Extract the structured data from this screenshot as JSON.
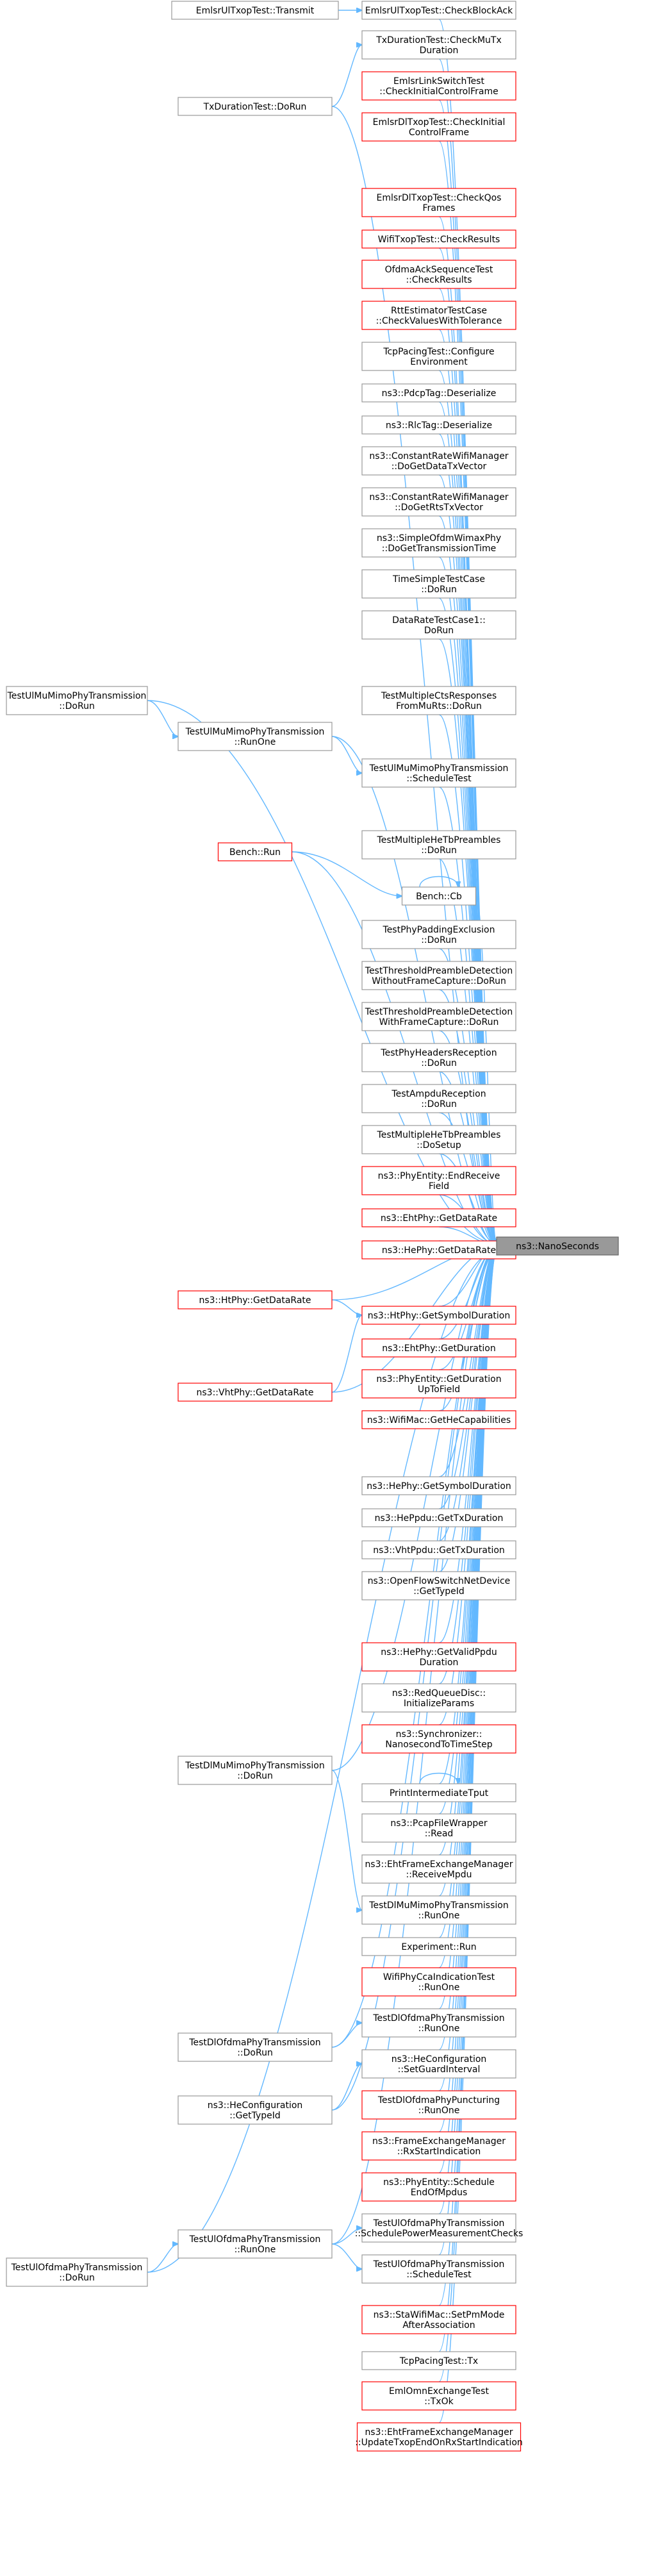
{
  "target": {
    "id": "target",
    "label": [
      "ns3::NanoSeconds"
    ]
  },
  "colors": {
    "edge": "#63b8ff",
    "border_normal": "#999999",
    "border_red": "#ff0000",
    "target_fill": "#999999"
  },
  "nodes": [
    {
      "id": "n0",
      "label": [
        "EmlsrUlTxopTest::Transmit"
      ],
      "red": false
    },
    {
      "id": "n1",
      "label": [
        "EmlsrUlTxopTest::CheckBlockAck"
      ],
      "red": false
    },
    {
      "id": "n2",
      "label": [
        "TxDurationTest::CheckMuTx",
        "Duration"
      ],
      "red": false
    },
    {
      "id": "n3",
      "label": [
        "TxDurationTest::DoRun"
      ],
      "red": false
    },
    {
      "id": "n4",
      "label": [
        "EmlsrLinkSwitchTest",
        "::CheckInitialControlFrame"
      ],
      "red": true
    },
    {
      "id": "n5",
      "label": [
        "EmlsrDlTxopTest::CheckInitial",
        "ControlFrame"
      ],
      "red": true
    },
    {
      "id": "n6",
      "label": [
        "EmlsrDlTxopTest::CheckQos",
        "Frames"
      ],
      "red": true
    },
    {
      "id": "n7",
      "label": [
        "WifiTxopTest::CheckResults"
      ],
      "red": true
    },
    {
      "id": "n8",
      "label": [
        "OfdmaAckSequenceTest",
        "::CheckResults"
      ],
      "red": true
    },
    {
      "id": "n9",
      "label": [
        "RttEstimatorTestCase",
        "::CheckValuesWithTolerance"
      ],
      "red": true
    },
    {
      "id": "n10",
      "label": [
        "TcpPacingTest::Configure",
        "Environment"
      ],
      "red": false
    },
    {
      "id": "n11",
      "label": [
        "ns3::PdcpTag::Deserialize"
      ],
      "red": false
    },
    {
      "id": "n12",
      "label": [
        "ns3::RlcTag::Deserialize"
      ],
      "red": false
    },
    {
      "id": "n13",
      "label": [
        "ns3::ConstantRateWifiManager",
        "::DoGetDataTxVector"
      ],
      "red": false
    },
    {
      "id": "n14",
      "label": [
        "ns3::ConstantRateWifiManager",
        "::DoGetRtsTxVector"
      ],
      "red": false
    },
    {
      "id": "n15",
      "label": [
        "ns3::SimpleOfdmWimaxPhy",
        "::DoGetTransmissionTime"
      ],
      "red": false
    },
    {
      "id": "n16",
      "label": [
        "TimeSimpleTestCase",
        "::DoRun"
      ],
      "red": false
    },
    {
      "id": "n17",
      "label": [
        "DataRateTestCase1::",
        "DoRun"
      ],
      "red": false
    },
    {
      "id": "n18",
      "label": [
        "TestUlMuMimoPhyTransmission",
        "::DoRun"
      ],
      "red": false
    },
    {
      "id": "n19",
      "label": [
        "TestMultipleCtsResponses",
        "FromMuRts::DoRun"
      ],
      "red": false
    },
    {
      "id": "n20",
      "label": [
        "TestUlMuMimoPhyTransmission",
        "::RunOne"
      ],
      "red": false
    },
    {
      "id": "n21",
      "label": [
        "TestUlMuMimoPhyTransmission",
        "::ScheduleTest"
      ],
      "red": false
    },
    {
      "id": "n22",
      "label": [
        "Bench::Run"
      ],
      "red": true
    },
    {
      "id": "n23",
      "label": [
        "TestMultipleHeTbPreambles",
        "::DoRun"
      ],
      "red": false
    },
    {
      "id": "n24",
      "label": [
        "Bench::Cb"
      ],
      "red": false
    },
    {
      "id": "n25",
      "label": [
        "TestPhyPaddingExclusion",
        "::DoRun"
      ],
      "red": false
    },
    {
      "id": "n26",
      "label": [
        "TestThresholdPreambleDetection",
        "WithoutFrameCapture::DoRun"
      ],
      "red": false
    },
    {
      "id": "n27",
      "label": [
        "TestThresholdPreambleDetection",
        "WithFrameCapture::DoRun"
      ],
      "red": false
    },
    {
      "id": "n28",
      "label": [
        "TestPhyHeadersReception",
        "::DoRun"
      ],
      "red": false
    },
    {
      "id": "n29",
      "label": [
        "TestAmpduReception",
        "::DoRun"
      ],
      "red": false
    },
    {
      "id": "n30",
      "label": [
        "TestMultipleHeTbPreambles",
        "::DoSetup"
      ],
      "red": false
    },
    {
      "id": "n31",
      "label": [
        "ns3::PhyEntity::EndReceive",
        "Field"
      ],
      "red": true
    },
    {
      "id": "n32",
      "label": [
        "ns3::EhtPhy::GetDataRate"
      ],
      "red": true
    },
    {
      "id": "n33",
      "label": [
        "ns3::HePhy::GetDataRate"
      ],
      "red": true
    },
    {
      "id": "n34",
      "label": [
        "ns3::HtPhy::GetDataRate"
      ],
      "red": true
    },
    {
      "id": "n35",
      "label": [
        "ns3::HtPhy::GetSymbolDuration"
      ],
      "red": true
    },
    {
      "id": "n36",
      "label": [
        "ns3::EhtPhy::GetDuration"
      ],
      "red": true
    },
    {
      "id": "n37",
      "label": [
        "ns3::VhtPhy::GetDataRate"
      ],
      "red": true
    },
    {
      "id": "n38",
      "label": [
        "ns3::PhyEntity::GetDuration",
        "UpToField"
      ],
      "red": true
    },
    {
      "id": "n39",
      "label": [
        "ns3::WifiMac::GetHeCapabilities"
      ],
      "red": true
    },
    {
      "id": "n40",
      "label": [
        "ns3::HePhy::GetSymbolDuration"
      ],
      "red": false
    },
    {
      "id": "n41",
      "label": [
        "ns3::HePpdu::GetTxDuration"
      ],
      "red": false
    },
    {
      "id": "n42",
      "label": [
        "ns3::VhtPpdu::GetTxDuration"
      ],
      "red": false
    },
    {
      "id": "n43",
      "label": [
        "ns3::OpenFlowSwitchNetDevice",
        "::GetTypeId"
      ],
      "red": false
    },
    {
      "id": "n44",
      "label": [
        "ns3::HePhy::GetValidPpdu",
        "Duration"
      ],
      "red": true
    },
    {
      "id": "n45",
      "label": [
        "ns3::RedQueueDisc::",
        "InitializeParams"
      ],
      "red": false
    },
    {
      "id": "n46",
      "label": [
        "TestDlMuMimoPhyTransmission",
        "::DoRun"
      ],
      "red": false
    },
    {
      "id": "n47",
      "label": [
        "ns3::Synchronizer::",
        "NanosecondToTimeStep"
      ],
      "red": true
    },
    {
      "id": "n48",
      "label": [
        "PrintIntermediateTput"
      ],
      "red": false
    },
    {
      "id": "n49",
      "label": [
        "ns3::PcapFileWrapper",
        "::Read"
      ],
      "red": false
    },
    {
      "id": "n50",
      "label": [
        "ns3::EhtFrameExchangeManager",
        "::ReceiveMpdu"
      ],
      "red": false
    },
    {
      "id": "n51",
      "label": [
        "TestDlMuMimoPhyTransmission",
        "::RunOne"
      ],
      "red": false
    },
    {
      "id": "n52",
      "label": [
        "Experiment::Run"
      ],
      "red": false
    },
    {
      "id": "n53",
      "label": [
        "WifiPhyCcaIndicationTest",
        "::RunOne"
      ],
      "red": true
    },
    {
      "id": "n54",
      "label": [
        "TestDlOfdmaPhyTransmission",
        "::DoRun"
      ],
      "red": false
    },
    {
      "id": "n55",
      "label": [
        "TestDlOfdmaPhyTransmission",
        "::RunOne"
      ],
      "red": false
    },
    {
      "id": "n56",
      "label": [
        "ns3::HeConfiguration",
        "::SetGuardInterval"
      ],
      "red": false
    },
    {
      "id": "n57",
      "label": [
        "ns3::HeConfiguration",
        "::GetTypeId"
      ],
      "red": false
    },
    {
      "id": "n58",
      "label": [
        "TestDlOfdmaPhyPuncturing",
        "::RunOne"
      ],
      "red": true
    },
    {
      "id": "n59",
      "label": [
        "ns3::FrameExchangeManager",
        "::RxStartIndication"
      ],
      "red": true
    },
    {
      "id": "n60",
      "label": [
        "ns3::PhyEntity::Schedule",
        "EndOfMpdus"
      ],
      "red": true
    },
    {
      "id": "n61",
      "label": [
        "TestUlOfdmaPhyTransmission",
        "::SchedulePowerMeasurementChecks"
      ],
      "red": false
    },
    {
      "id": "n62",
      "label": [
        "TestUlOfdmaPhyTransmission",
        "::DoRun"
      ],
      "red": false
    },
    {
      "id": "n63",
      "label": [
        "TestUlOfdmaPhyTransmission",
        "::RunOne"
      ],
      "red": false
    },
    {
      "id": "n64",
      "label": [
        "TestUlOfdmaPhyTransmission",
        "::ScheduleTest"
      ],
      "red": false
    },
    {
      "id": "n65",
      "label": [
        "ns3::StaWifiMac::SetPmMode",
        "AfterAssociation"
      ],
      "red": true
    },
    {
      "id": "n66",
      "label": [
        "TcpPacingTest::Tx"
      ],
      "red": false
    },
    {
      "id": "n67",
      "label": [
        "EmlOmnExchangeTest",
        "::TxOk"
      ],
      "red": true
    },
    {
      "id": "n68",
      "label": [
        "ns3::EhtFrameExchangeManager",
        "::UpdateTxopEndOnRxStartIndication"
      ],
      "red": true
    }
  ],
  "edges": [
    [
      "n0",
      "n1"
    ],
    [
      "n3",
      "n2"
    ],
    [
      "n3",
      "target"
    ],
    [
      "n1",
      "target"
    ],
    [
      "n2",
      "target"
    ],
    [
      "n4",
      "target"
    ],
    [
      "n5",
      "target"
    ],
    [
      "n6",
      "target"
    ],
    [
      "n7",
      "target"
    ],
    [
      "n8",
      "target"
    ],
    [
      "n9",
      "target"
    ],
    [
      "n10",
      "target"
    ],
    [
      "n11",
      "target"
    ],
    [
      "n12",
      "target"
    ],
    [
      "n13",
      "target"
    ],
    [
      "n14",
      "target"
    ],
    [
      "n15",
      "target"
    ],
    [
      "n16",
      "target"
    ],
    [
      "n17",
      "target"
    ],
    [
      "n18",
      "n20"
    ],
    [
      "n18",
      "target"
    ],
    [
      "n19",
      "target"
    ],
    [
      "n20",
      "n21"
    ],
    [
      "n20",
      "target"
    ],
    [
      "n21",
      "target"
    ],
    [
      "n22",
      "n24"
    ],
    [
      "n22",
      "target"
    ],
    [
      "n23",
      "target"
    ],
    [
      "n24",
      "n24"
    ],
    [
      "n24",
      "target"
    ],
    [
      "n25",
      "target"
    ],
    [
      "n26",
      "target"
    ],
    [
      "n27",
      "target"
    ],
    [
      "n28",
      "target"
    ],
    [
      "n29",
      "target"
    ],
    [
      "n30",
      "target"
    ],
    [
      "n31",
      "target"
    ],
    [
      "n32",
      "target"
    ],
    [
      "n33",
      "target"
    ],
    [
      "n34",
      "n35"
    ],
    [
      "n34",
      "target"
    ],
    [
      "n35",
      "target"
    ],
    [
      "n36",
      "target"
    ],
    [
      "n37",
      "n35"
    ],
    [
      "n37",
      "target"
    ],
    [
      "n38",
      "target"
    ],
    [
      "n39",
      "target"
    ],
    [
      "n40",
      "target"
    ],
    [
      "n41",
      "target"
    ],
    [
      "n42",
      "target"
    ],
    [
      "n43",
      "target"
    ],
    [
      "n44",
      "target"
    ],
    [
      "n45",
      "target"
    ],
    [
      "n46",
      "n51"
    ],
    [
      "n46",
      "target"
    ],
    [
      "n47",
      "target"
    ],
    [
      "n48",
      "n48"
    ],
    [
      "n48",
      "target"
    ],
    [
      "n49",
      "target"
    ],
    [
      "n50",
      "target"
    ],
    [
      "n51",
      "target"
    ],
    [
      "n52",
      "target"
    ],
    [
      "n53",
      "target"
    ],
    [
      "n54",
      "n55"
    ],
    [
      "n54",
      "target"
    ],
    [
      "n55",
      "target"
    ],
    [
      "n57",
      "n56"
    ],
    [
      "n57",
      "target"
    ],
    [
      "n56",
      "target"
    ],
    [
      "n58",
      "target"
    ],
    [
      "n59",
      "target"
    ],
    [
      "n60",
      "target"
    ],
    [
      "n62",
      "n63"
    ],
    [
      "n62",
      "target"
    ],
    [
      "n63",
      "n61"
    ],
    [
      "n63",
      "n64"
    ],
    [
      "n63",
      "target"
    ],
    [
      "n61",
      "target"
    ],
    [
      "n64",
      "target"
    ],
    [
      "n65",
      "target"
    ],
    [
      "n66",
      "target"
    ],
    [
      "n67",
      "target"
    ],
    [
      "n68",
      "target"
    ]
  ]
}
